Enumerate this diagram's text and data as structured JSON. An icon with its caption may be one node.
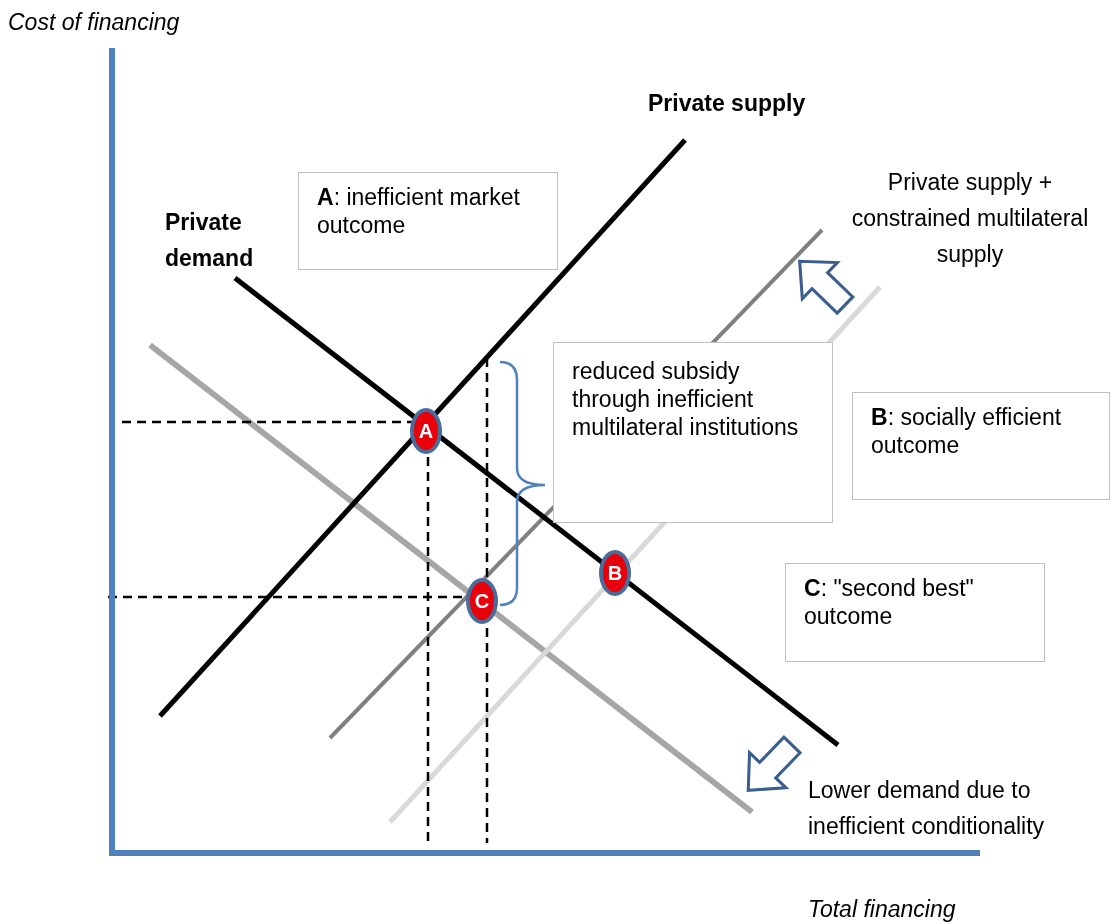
{
  "diagram": {
    "nodes": [
      {
        "text": [
          "**A**: inefficient market outcome"
        ]
      },
      {
        "text": [
          "reduced subsidy through inefficient multilateral institutions"
        ]
      },
      {
        "text": [
          "**B**: socially efficient outcome"
        ]
      },
      {
        "text": [
          "**C**: \"second best\" outcome"
        ]
      },
      {
        "text": [
          "A"
        ]
      },
      {
        "text": [
          "B"
        ]
      },
      {
        "text": [
          "C"
        ]
      }
    ],
    "edges": [],
    "labels": [
      "Cost of financing",
      "Private supply",
      "Private demand",
      "Private supply + constrained multilateral supply",
      "Lower demand due to inefficient conditionality",
      "Total financing"
    ]
  }
}
